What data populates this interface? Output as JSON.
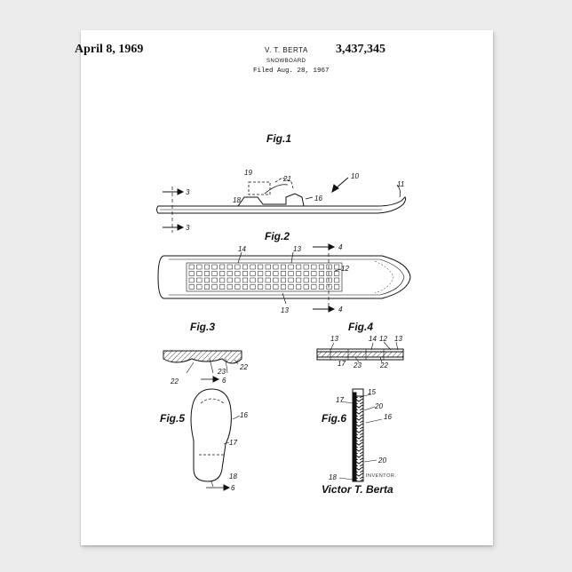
{
  "header": {
    "date": "April 8, 1969",
    "inventor_short": "V. T. BERTA",
    "patent_number": "3,437,345",
    "title": "SNOWBOARD",
    "filed": "Filed Aug. 28, 1967"
  },
  "figures": {
    "fig1": "Fig.1",
    "fig2": "Fig.2",
    "fig3": "Fig.3",
    "fig4": "Fig.4",
    "fig5": "Fig.5",
    "fig6": "Fig.6"
  },
  "refs": {
    "r3a": "3",
    "r3b": "3",
    "r4a": "4",
    "r4b": "4",
    "r6a": "6",
    "r6b": "6",
    "r10": "10",
    "r11": "11",
    "r12": "12",
    "r12b": "12",
    "r13": "13",
    "r13b": "13",
    "r13c": "13",
    "r13d": "13",
    "r14": "14",
    "r14b": "14",
    "r15": "15",
    "r16": "16",
    "r16b": "16",
    "r16c": "16",
    "r17": "17",
    "r17b": "17",
    "r18": "18",
    "r18b": "18",
    "r18c": "18",
    "r19": "19",
    "r20": "20",
    "r20b": "20",
    "r21": "21",
    "r22a": "22",
    "r22b": "22",
    "r22c": "22",
    "r23a": "23",
    "r23b": "23"
  },
  "signature": {
    "inventor_label": "INVENTOR.",
    "name": "Victor T. Berta"
  }
}
